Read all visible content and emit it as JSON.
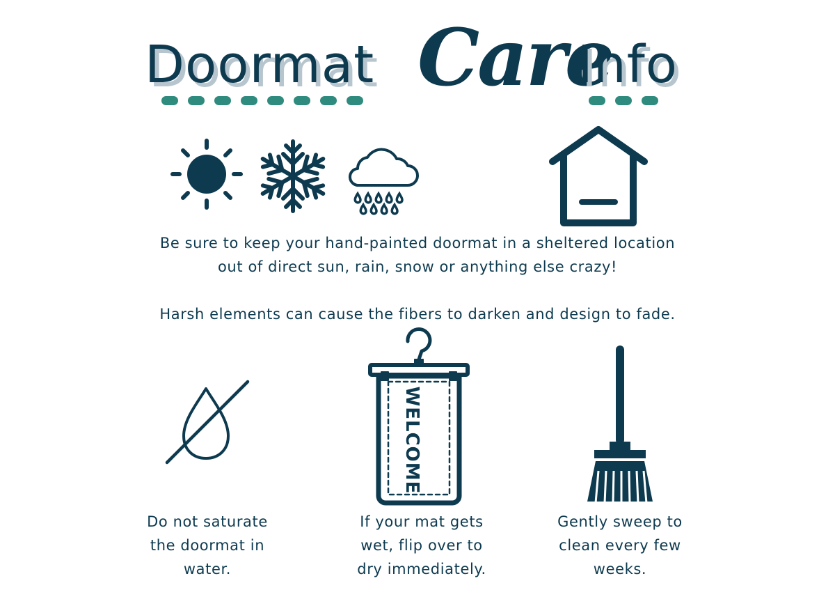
{
  "title": {
    "word_left": "Doormat",
    "word_script": "Care",
    "word_right": "Info"
  },
  "colors": {
    "primary": "#0d3a4f",
    "accent_teal": "#2e8b7e",
    "shadow_grey": "#b7c5ce",
    "background": "#ffffff"
  },
  "weather_icons": [
    "sun-icon",
    "snowflake-icon",
    "rain-cloud-icon",
    "house-icon"
  ],
  "shelter_text": {
    "line1": "Be sure to keep your hand-painted doormat in a sheltered location",
    "line2": "out of direct sun, rain, snow or anything else crazy!"
  },
  "harsh_text": "Harsh elements can cause the fibers to darken and design to fade.",
  "tips": [
    {
      "icon": "no-water-icon",
      "lines": [
        "Do not saturate",
        "the doormat in",
        "water."
      ]
    },
    {
      "icon": "hanging-mat-icon",
      "mat_label": "WELCOME",
      "lines": [
        "If your mat gets",
        "wet, flip over to",
        "dry immediately."
      ]
    },
    {
      "icon": "broom-icon",
      "lines": [
        "Gently sweep to",
        "clean every few",
        "weeks."
      ]
    }
  ]
}
